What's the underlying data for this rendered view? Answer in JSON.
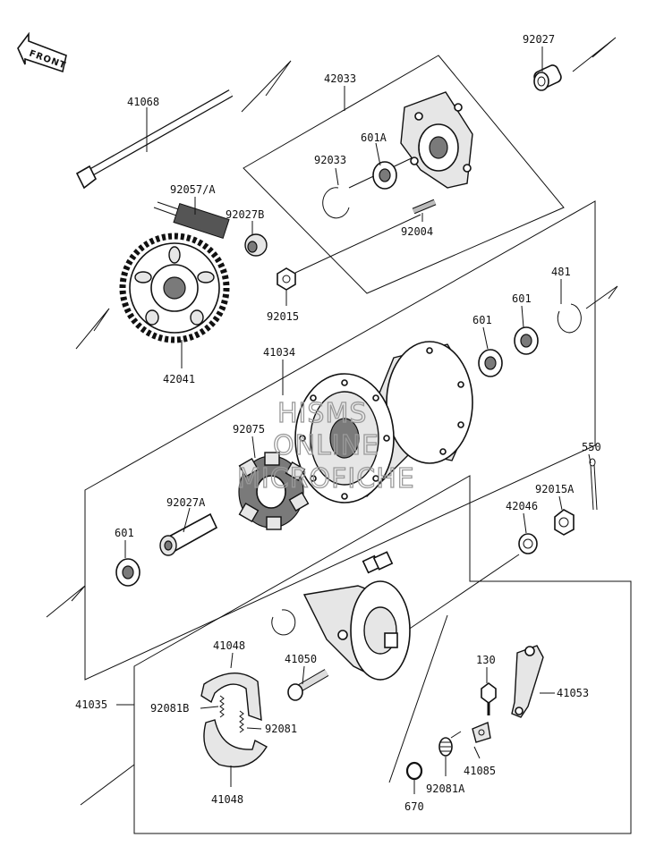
{
  "front_badge": "FRONT",
  "watermark": [
    "HISMS",
    "ONLINE",
    "MICROFICHE"
  ],
  "labels": {
    "p41068": "41068",
    "p42033": "42033",
    "p92027": "92027",
    "p601A": "601A",
    "p92033": "92033",
    "p92057A": "92057/A",
    "p92027B": "92027B",
    "p92004": "92004",
    "p92015": "92015",
    "p42041": "42041",
    "p481": "481",
    "p601_top": "601",
    "p601_mid": "601",
    "p41034": "41034",
    "p92075": "92075",
    "p550": "550",
    "p92015A": "92015A",
    "p92027A": "92027A",
    "p42046": "42046",
    "p601_left": "601",
    "p41048_top": "41048",
    "p41050": "41050",
    "p130": "130",
    "p41053": "41053",
    "p41035": "41035",
    "p92081B": "92081B",
    "p92081": "92081",
    "p41085": "41085",
    "p92081A": "92081A",
    "p670": "670",
    "p41048_bot": "41048"
  }
}
